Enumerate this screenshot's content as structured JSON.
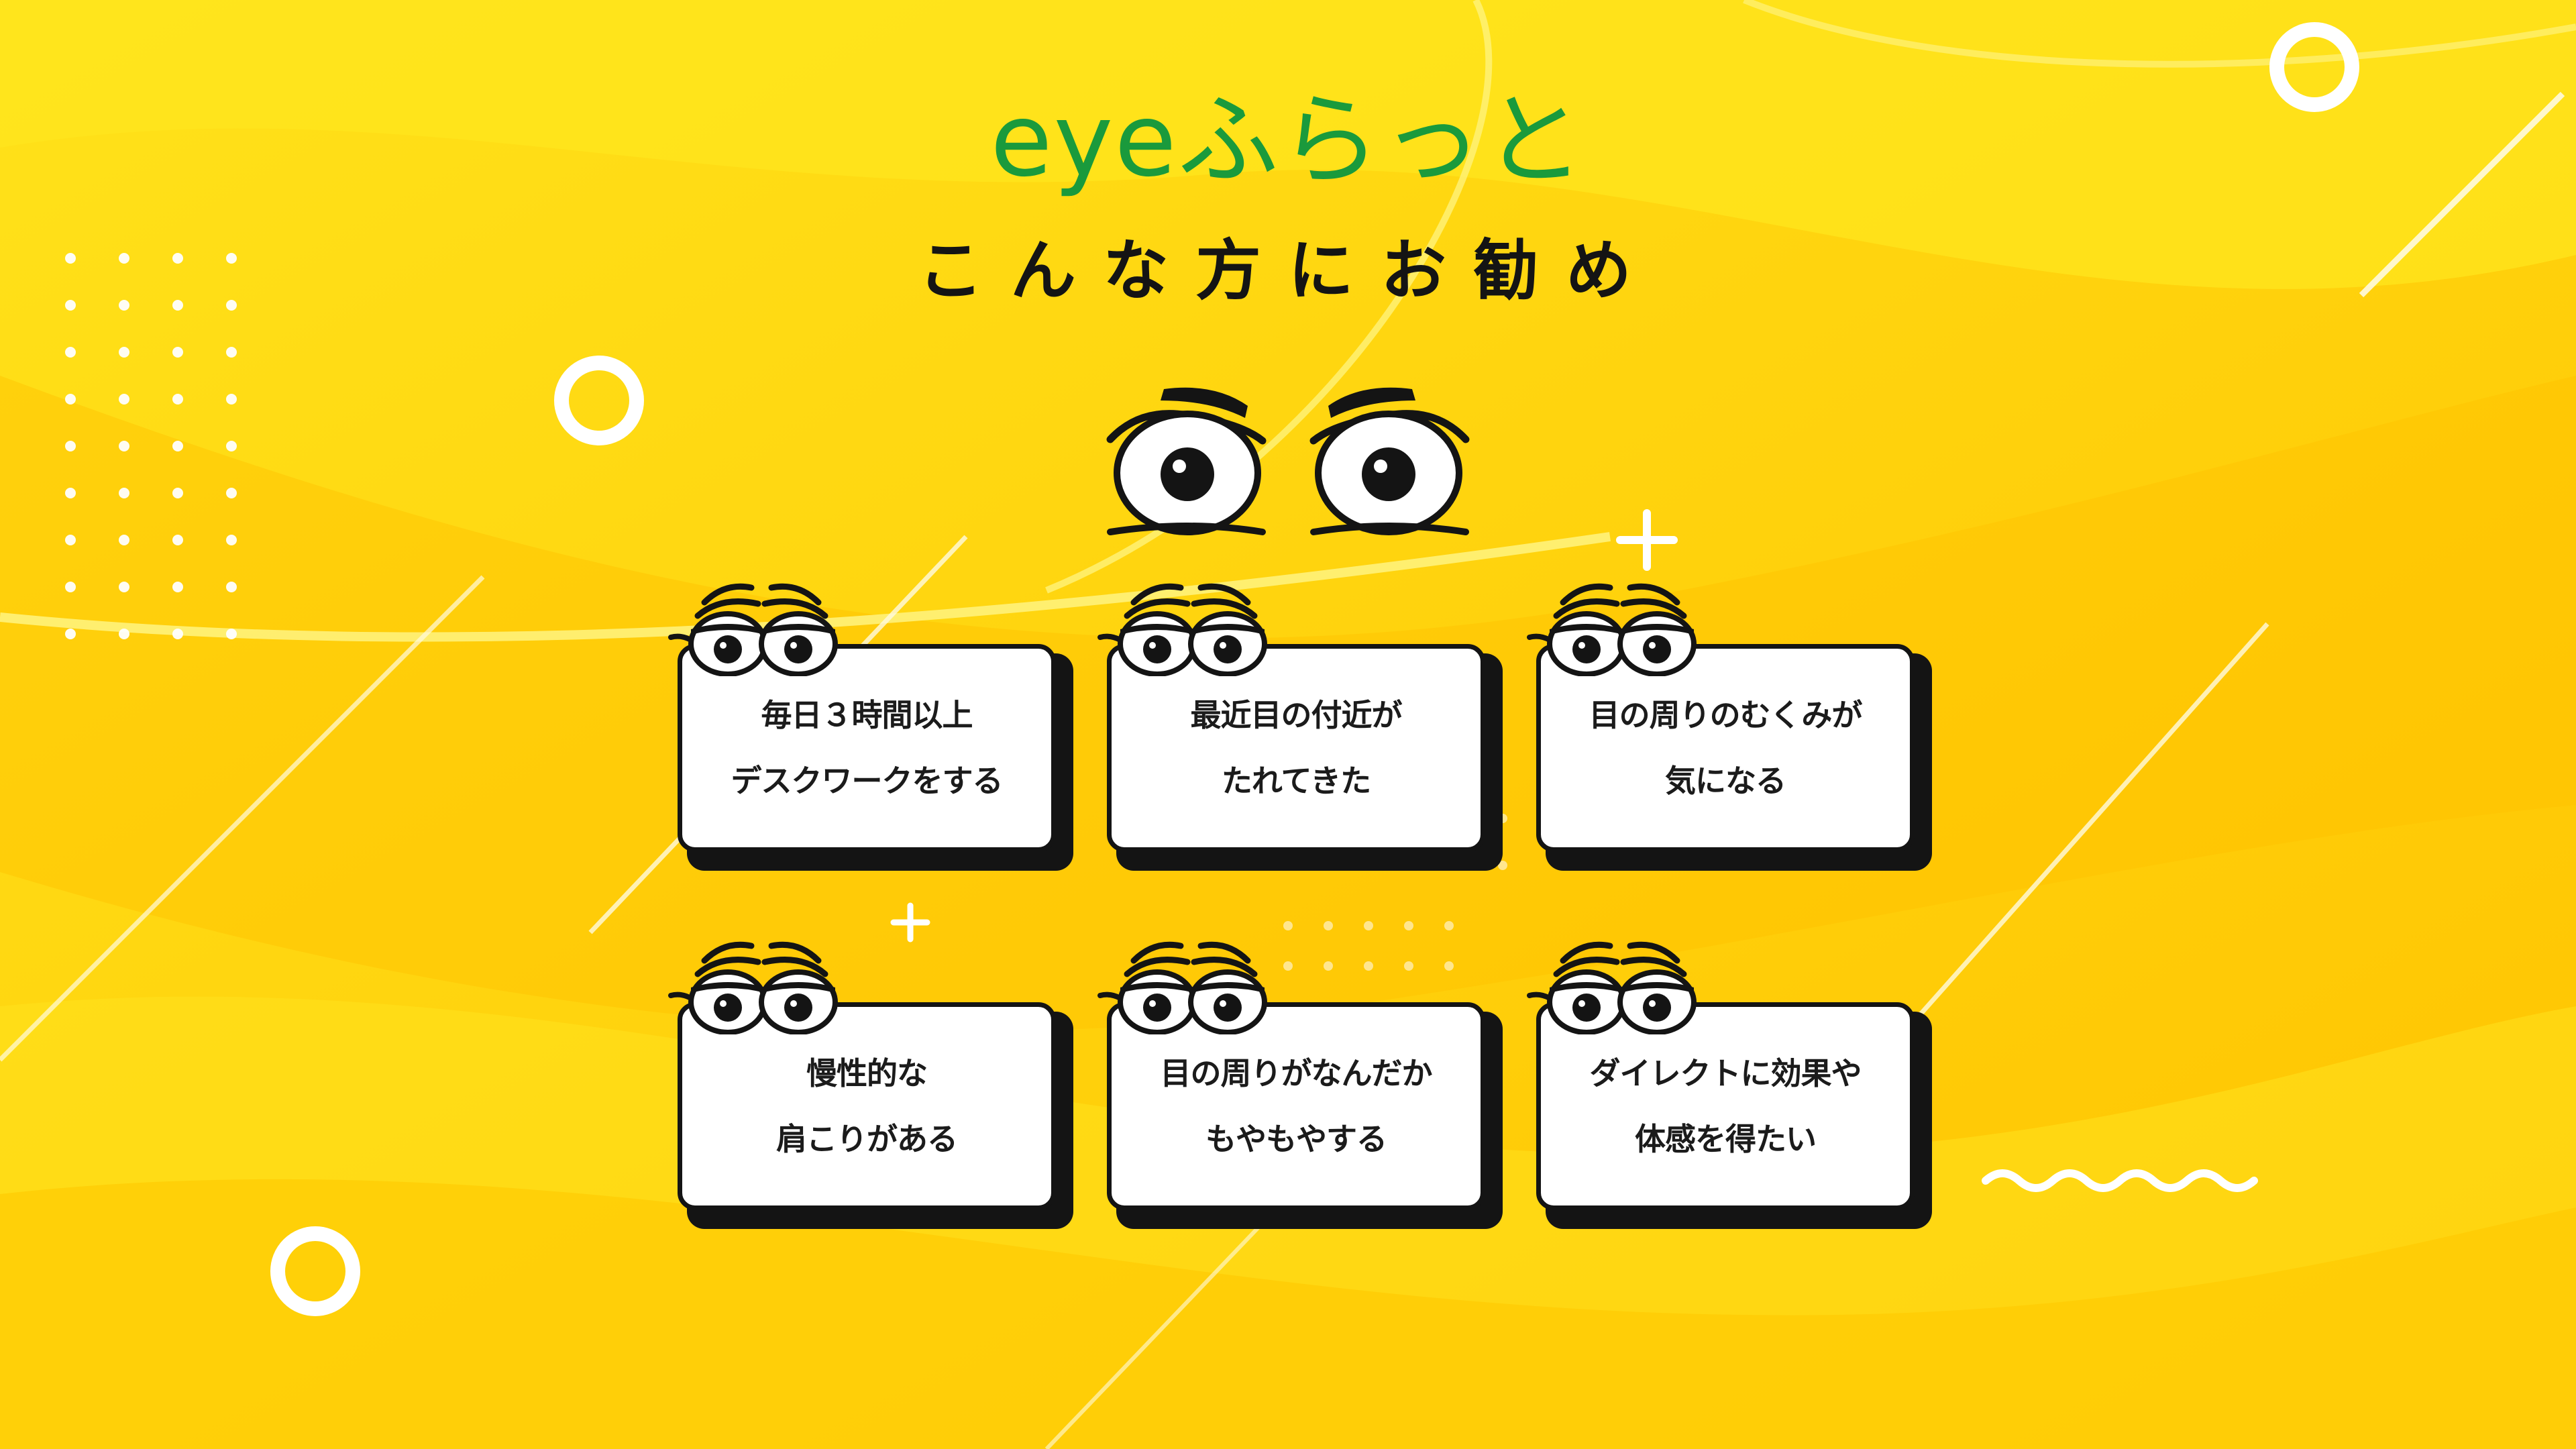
{
  "brand": {
    "prefix": "eye",
    "suffix": "ふらっと"
  },
  "headline": "こんな方にお勧め",
  "colors": {
    "background": "#ffd200",
    "brand_green": "#1a9a3c",
    "ink": "#141414",
    "card_fill": "#ffffff"
  },
  "mascot": {
    "icon": "angry-eyes-icon"
  },
  "cards": [
    {
      "icon": "sleepy-eyes-icon",
      "lines": [
        "毎日３時間以上",
        "デスクワークをする"
      ]
    },
    {
      "icon": "sleepy-eyes-icon",
      "lines": [
        "最近目の付近が",
        "たれてきた"
      ]
    },
    {
      "icon": "sleepy-eyes-icon",
      "lines": [
        "目の周りのむくみが",
        "気になる"
      ]
    },
    {
      "icon": "sleepy-eyes-icon",
      "lines": [
        "慢性的な",
        "肩こりがある"
      ]
    },
    {
      "icon": "sleepy-eyes-icon",
      "lines": [
        "目の周りがなんだか",
        "もやもやする"
      ]
    },
    {
      "icon": "sleepy-eyes-icon",
      "lines": [
        "ダイレクトに効果や",
        "体感を得たい"
      ]
    }
  ],
  "decorations": [
    "ring-icon",
    "plus-icon",
    "dot-grid",
    "wave-line",
    "diagonal-line"
  ]
}
